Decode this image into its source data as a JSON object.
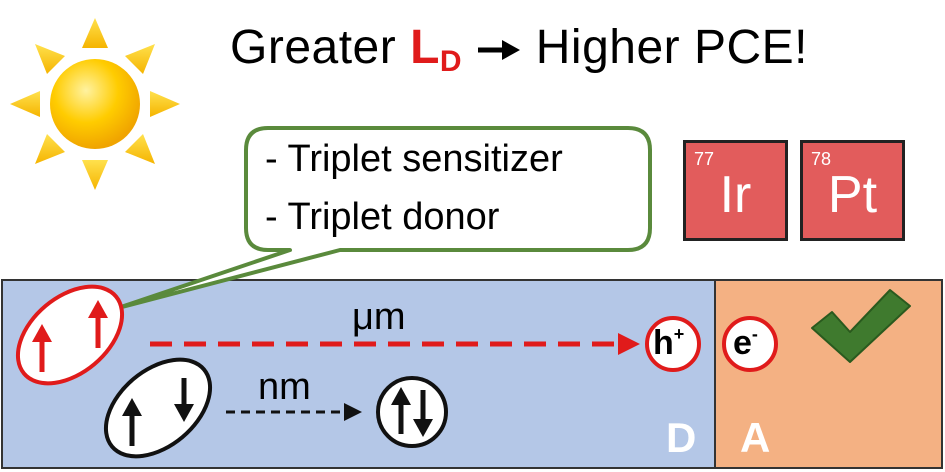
{
  "headline": {
    "prefix": "Greater ",
    "ld_main": "L",
    "ld_sub": "D",
    "suffix": "Higher PCE!"
  },
  "callout": {
    "line1": "- Triplet sensitizer",
    "line2": "- Triplet donor",
    "border_color": "#5a8a3c"
  },
  "elements": [
    {
      "number": "77",
      "symbol": "Ir"
    },
    {
      "number": "78",
      "symbol": "Pt"
    }
  ],
  "diagram": {
    "donor_color": "#b4c7e7",
    "acceptor_color": "#f4b183",
    "long_range_label": "μm",
    "short_range_label": "nm",
    "hole_label": "h",
    "hole_sup": "+",
    "electron_label": "e",
    "electron_sup": "-",
    "donor_letter": "D",
    "acceptor_letter": "A",
    "check_color": "#3f7a2e"
  },
  "icons": [
    "sun-icon",
    "check-icon"
  ]
}
